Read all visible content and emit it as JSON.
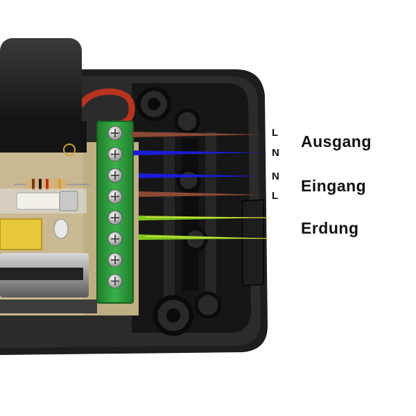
{
  "wires": {
    "output_l": {
      "pin": "L",
      "color": "#8b4a36"
    },
    "output_n": {
      "pin": "N",
      "color": "#1c1cd6"
    },
    "input_n": {
      "pin": "N",
      "color": "#1c1cd6"
    },
    "input_l": {
      "pin": "L",
      "color": "#8b4a36"
    },
    "earth_1": {
      "color": "#7ec61e"
    },
    "earth_2": {
      "color": "#7ec61e"
    }
  },
  "groups": {
    "output": "Ausgang",
    "input": "Eingang",
    "earth": "Erdung"
  },
  "colors": {
    "housing": "#1e1e1e",
    "terminal_block": "#2f9d3c",
    "wire_brown": "#8b4a36",
    "wire_blue": "#1c1cd6",
    "wire_green_yellow": "#7ec61e"
  }
}
